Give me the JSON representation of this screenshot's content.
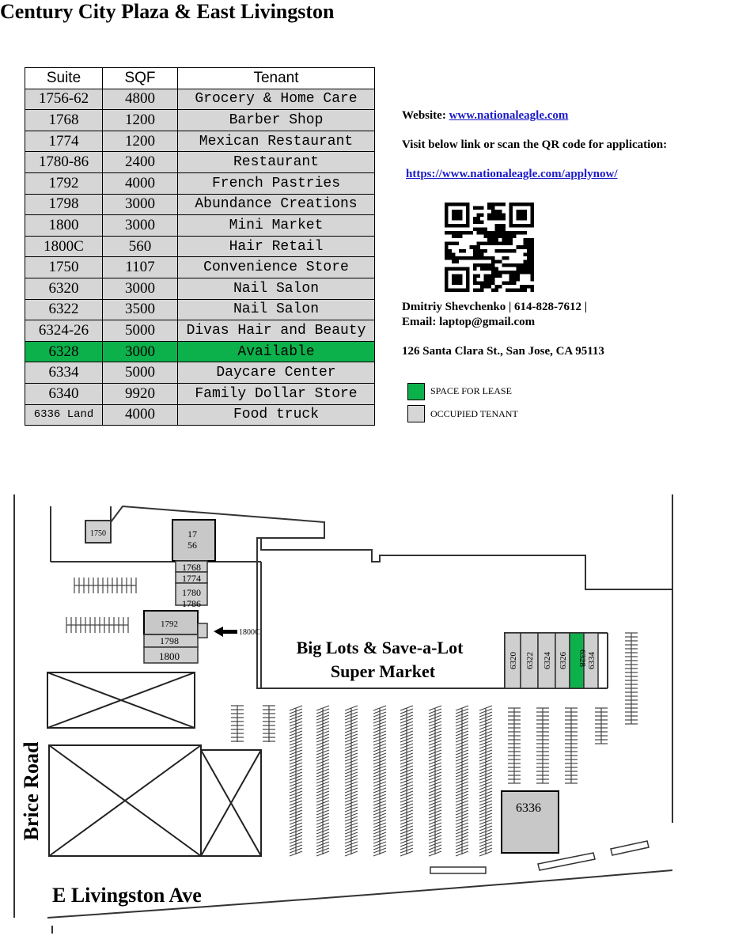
{
  "title": "Century City Plaza & East Livingston",
  "table": {
    "headers": [
      "Suite",
      "SQF",
      "Tenant"
    ],
    "rows": [
      {
        "suite": "1756-62",
        "sqf": "4800",
        "tenant": "Grocery & Home Care"
      },
      {
        "suite": "1768",
        "sqf": "1200",
        "tenant": "Barber Shop"
      },
      {
        "suite": "1774",
        "sqf": "1200",
        "tenant": "Mexican Restaurant"
      },
      {
        "suite": "1780-86",
        "sqf": "2400",
        "tenant": "Restaurant"
      },
      {
        "suite": "1792",
        "sqf": "4000",
        "tenant": "French Pastries"
      },
      {
        "suite": "1798",
        "sqf": "3000",
        "tenant": "Abundance Creations"
      },
      {
        "suite": "1800",
        "sqf": "3000",
        "tenant": "Mini Market"
      },
      {
        "suite": "1800C",
        "sqf": "560",
        "tenant": "Hair Retail"
      },
      {
        "suite": "1750",
        "sqf": "1107",
        "tenant": "Convenience Store"
      },
      {
        "suite": "6320",
        "sqf": "3000",
        "tenant": "Nail Salon"
      },
      {
        "suite": "6322",
        "sqf": "3500",
        "tenant": "Nail Salon"
      },
      {
        "suite": "6324-26",
        "sqf": "5000",
        "tenant": "Divas Hair and Beauty"
      },
      {
        "suite": "6328",
        "sqf": "3000",
        "tenant": "Available"
      },
      {
        "suite": "6334",
        "sqf": "5000",
        "tenant": "Daycare Center"
      },
      {
        "suite": "6340",
        "sqf": "9920",
        "tenant": "Family Dollar Store"
      },
      {
        "suite": "6336 Land",
        "sqf": "4000",
        "tenant": "Food truck"
      }
    ]
  },
  "info": {
    "website_label": "Website:",
    "website_url": "www.nationaleagle.com",
    "visit_text": "Visit below link or scan the QR code for application:",
    "apply_url": "https://www.nationaleagle.com/applynow/",
    "contact_line1": "Dmitriy Shevchenko | 614-828-7612 |",
    "contact_line2": "Email: laptop@gmail.com",
    "address": "126 Santa Clara St., San Jose, CA 95113"
  },
  "legend": {
    "for_lease": "SPACE FOR LEASE",
    "occupied": "OCCUPIED TENANT"
  },
  "colors": {
    "available": "#0db14b",
    "occupied": "#d6d6d6",
    "link": "#1a1ac8"
  },
  "map": {
    "road_west": "Brice Road",
    "road_south": "E Livingston Ave",
    "anchor_line1": "Big Lots & Save-a-Lot",
    "anchor_line2": "Super Market",
    "units": {
      "u1750": "1750",
      "u1756_a": "17",
      "u1756_b": "56",
      "u1768": "1768",
      "u1774": "1774",
      "u1780": "1780",
      "u1786": "1786",
      "u1792": "1792",
      "u1798": "1798",
      "u1800": "1800",
      "u1800c": "1800C",
      "u6320": "6320",
      "u6322": "6322",
      "u6324": "6324",
      "u6326": "6326",
      "u6328": "6328",
      "u6334": "6334",
      "u6336": "6336"
    }
  }
}
